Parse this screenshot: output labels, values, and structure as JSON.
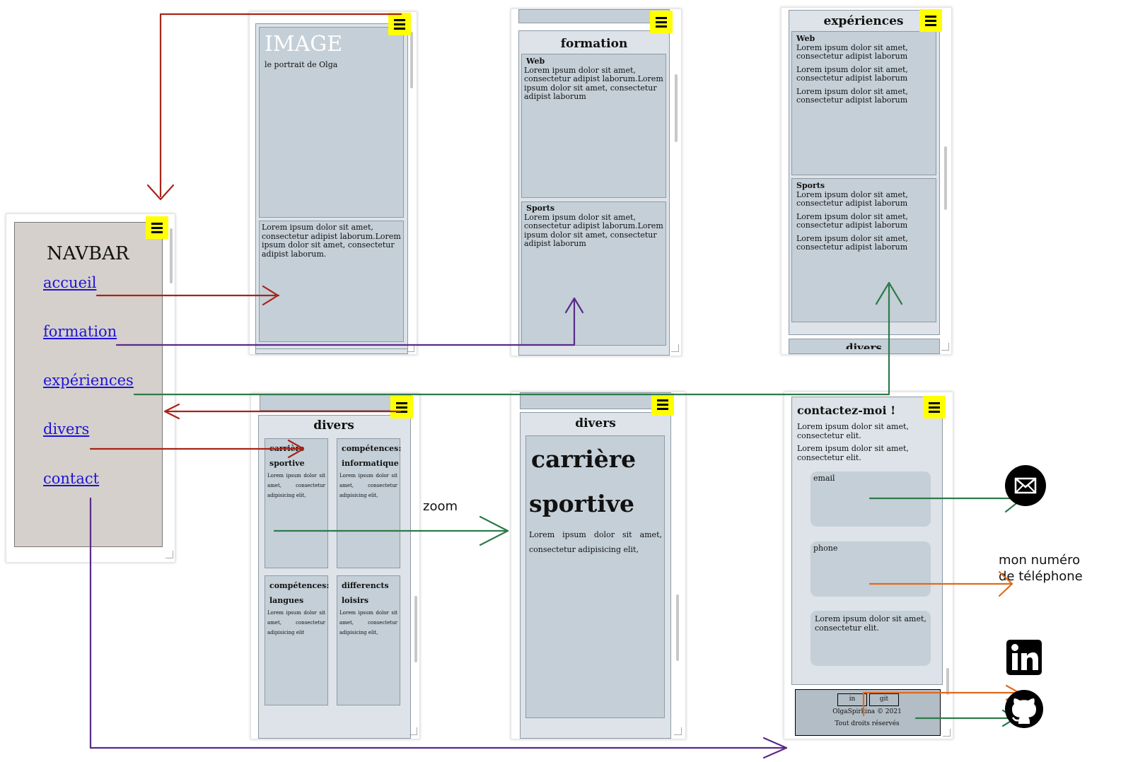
{
  "colors": {
    "red": "#a82418",
    "purple": "#5a2a8a",
    "green": "#2d7a4a",
    "orange": "#e06a1a",
    "hamburger": "#ffff00",
    "box": "#c5cfd7",
    "navbar_bg": "#d6d0cc",
    "link": "#1c14d6"
  },
  "navbar": {
    "title": "NAVBAR",
    "links": [
      "accueil",
      "formation",
      "expériences",
      "divers",
      "contact"
    ]
  },
  "accueil": {
    "image_title": "IMAGE",
    "image_caption": "le portrait de Olga",
    "text": "Lorem ipsum dolor sit amet, consectetur adipist laborum.Lorem ipsum dolor sit amet, consectetur adipist laborum."
  },
  "formation": {
    "title": "formation",
    "web_title": "Web",
    "web_text": "Lorem ipsum dolor sit amet, consectetur adipist laborum.Lorem ipsum dolor sit amet, consectetur adipist laborum",
    "sports_title": "Sports",
    "sports_text": "Lorem ipsum dolor sit amet, consectetur adipist laborum.Lorem ipsum dolor sit amet, consectetur adipist laborum"
  },
  "experiences": {
    "title": "expériences",
    "web_title": "Web",
    "sports_title": "Sports",
    "item_text": "Lorem ipsum dolor sit amet, consectetur adipist laborum",
    "next_title": "divers"
  },
  "divers": {
    "title": "divers",
    "cells": [
      {
        "title": "carrière sportive",
        "text": "Lorem ipsum dolor sit amet, consectetur adipisicing elit,"
      },
      {
        "title": "compétences: informatique",
        "text": "Lorem ipsum dolor sit amet, consectetur adipisicing elit,"
      },
      {
        "title": "compétences: langues",
        "text": "Lorem ipsum dolor sit amet, consectetur adipisicing elit"
      },
      {
        "title": "differencts loisirs",
        "text": "Lorem ipsum dolor sit amet, consectetur adipisicing elit,"
      }
    ]
  },
  "zoom": {
    "label": "zoom",
    "title": "divers",
    "big_line1": "carrière",
    "big_line2": "sportive",
    "text": "Lorem ipsum dolor sit amet, consectetur adipisicing elit,"
  },
  "contact": {
    "title": "contactez-moi !",
    "p1": "Lorem ipsum dolor sit amet, consectetur elit.",
    "p2": "Lorem ipsum dolor sit amet, consectetur elit.",
    "email_label": "email",
    "phone_label": "phone",
    "message_text": "Lorem ipsum dolor sit amet, consectetur elit.",
    "footer_in": "in",
    "footer_git": "git",
    "footer_line1": "OlgaSpirkina © 2021",
    "footer_line2": "Tout droits réservés"
  },
  "annotations": {
    "phone_line1": "mon numéro",
    "phone_line2": "de téléphone"
  },
  "icons": [
    "hamburger-icon",
    "mail-icon",
    "linkedin-icon",
    "github-icon"
  ]
}
